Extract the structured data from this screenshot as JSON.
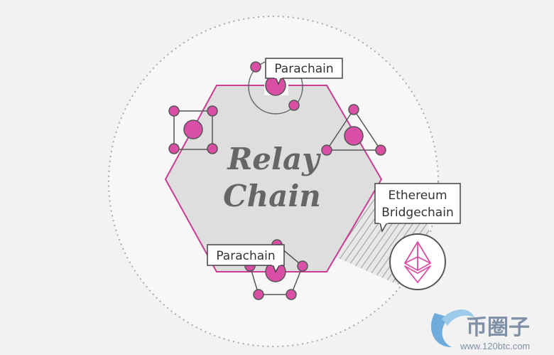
{
  "diagram": {
    "relay_chain_line1": "Relay",
    "relay_chain_line2": "Chain",
    "callout_top": "Parachain",
    "callout_bottom": "Parachain",
    "callout_bridge_line1": "Ethereum",
    "callout_bridge_line2": "Bridgechain",
    "ethereum_logo_icon": "ethereum-diamond-icon"
  },
  "watermark": {
    "brand_cn": "币圈子",
    "url": "www.120btc.com"
  },
  "colors": {
    "accent_magenta": "#d94fa6",
    "hexagon_fill": "#dedede",
    "hexagon_stroke": "#c83c96",
    "outer_circle_fill": "#f7f7f7",
    "node_stroke": "#555555",
    "callout_border": "#444444",
    "background": "#f2f2f2"
  }
}
